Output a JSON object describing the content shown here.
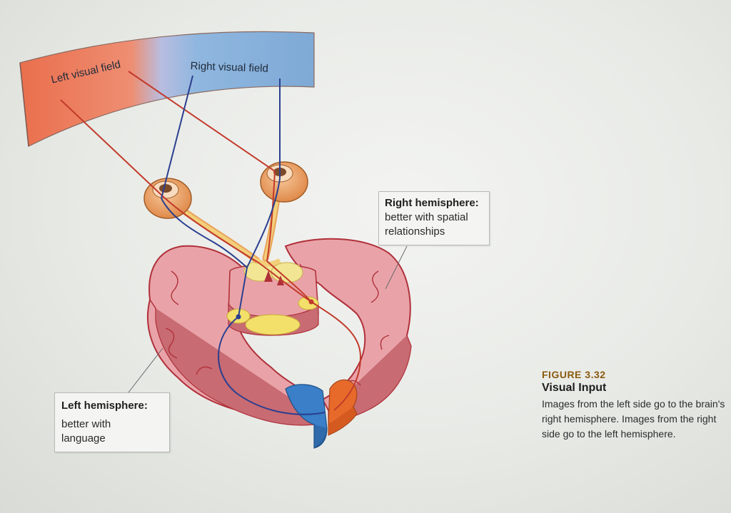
{
  "visual_field": {
    "left_label": "Left visual field",
    "right_label": "Right visual field"
  },
  "right_hemisphere": {
    "title": "Right hemisphere:",
    "line1": "better with spatial",
    "line2": "relationships"
  },
  "left_hemisphere": {
    "title": "Left hemisphere:",
    "line1": "better with",
    "line2": "language"
  },
  "figure": {
    "number": "FIGURE 3.32",
    "title": "Visual Input",
    "caption": "Images from the left side go to the brain's right hemisphere. Images from the right side go to the left hemisphere."
  },
  "colors": {
    "left_field": "#e8714f",
    "right_field": "#8db6de",
    "left_pathway": "#c23a2b",
    "right_pathway": "#2b3f8f",
    "brain_tissue": "#e9a3a8",
    "brain_outline": "#b0303a"
  }
}
